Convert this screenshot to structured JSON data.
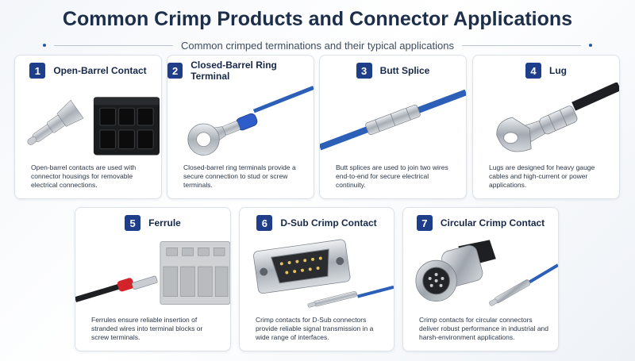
{
  "header": {
    "title": "Common Crimp Products and Connector Applications",
    "subtitle": "Common crimped terminations and their typical applications"
  },
  "cards": [
    {
      "number": "1",
      "title": "Open-Barrel Contact",
      "description": "Open-barrel contacts are used with connector housings for removable electrical connections."
    },
    {
      "number": "2",
      "title": "Closed-Barrel Ring Terminal",
      "description": "Closed-barrel ring terminals provide a secure connection to stud or screw terminals."
    },
    {
      "number": "3",
      "title": "Butt Splice",
      "description": "Butt splices are used to join two wires end-to-end for secure electrical continuity."
    },
    {
      "number": "4",
      "title": "Lug",
      "description": "Lugs are designed for heavy gauge cables and high-current or power applications."
    },
    {
      "number": "5",
      "title": "Ferrule",
      "description": "Ferrules ensure reliable insertion of stranded wires into terminal blocks or screw terminals."
    },
    {
      "number": "6",
      "title": "D-Sub Crimp Contact",
      "description": "Crimp contacts for D-Sub connectors provide reliable signal transmission in a wide range of interfaces."
    },
    {
      "number": "7",
      "title": "Circular Crimp Contact",
      "description": "Crimp contacts for circular connectors deliver robust performance in industrial and harsh-environment applications."
    }
  ],
  "colors": {
    "badge": "#1f3e8a",
    "wire_blue": "#2b5fb8",
    "title": "#1c2e4a"
  }
}
